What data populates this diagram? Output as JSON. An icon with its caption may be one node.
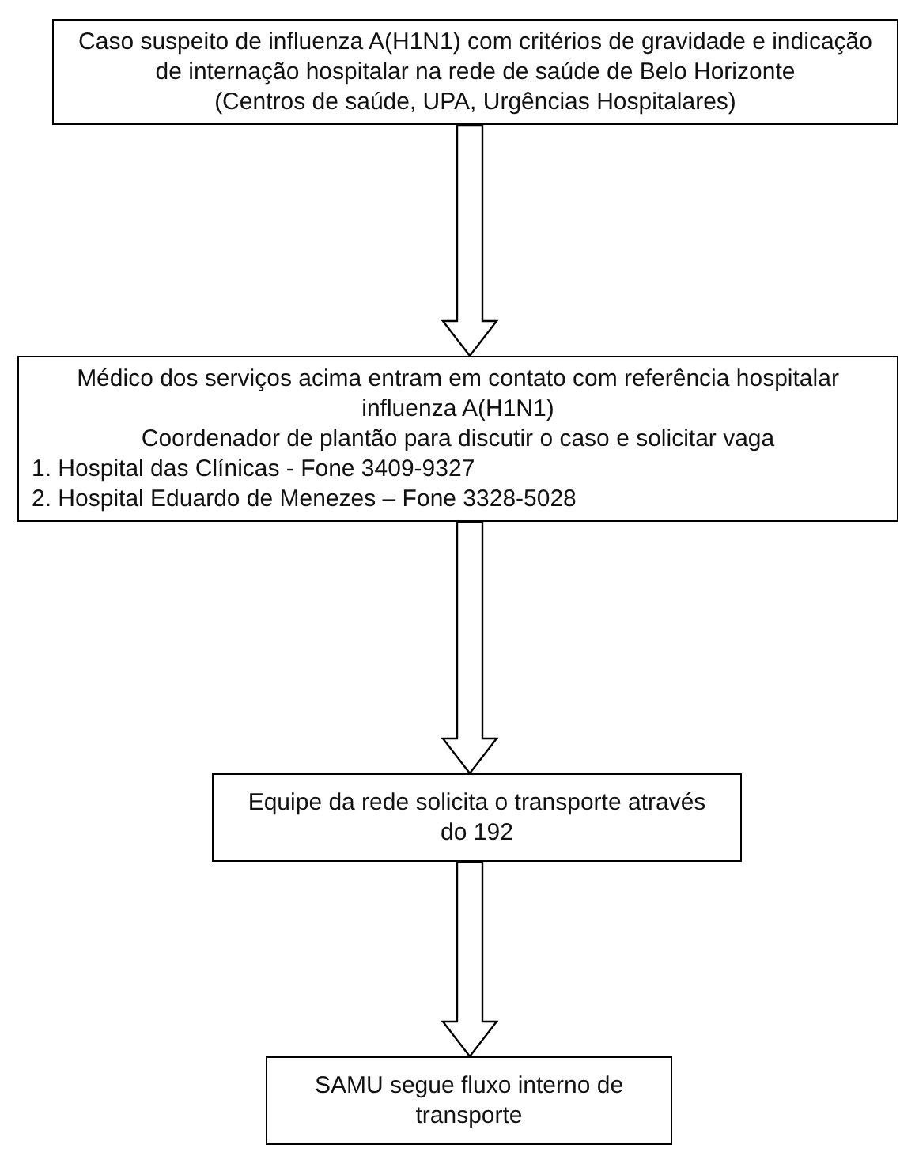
{
  "diagram": {
    "nodes": [
      {
        "text": [
          "Caso suspeito de influenza A(H1N1) com critérios de gravidade e indicação de internação hospitalar na rede de saúde de Belo Horizonte",
          "(Centros de saúde, UPA, Urgências Hospitalares)"
        ]
      },
      {
        "text": [
          "Médico dos serviços acima entram em contato com referência hospitalar influenza A(H1N1)",
          "Coordenador de plantão para discutir o caso e solicitar vaga",
          "1. Hospital das Clínicas - Fone 3409-9327",
          "2. Hospital Eduardo de Menezes – Fone 3328-5028"
        ]
      },
      {
        "text": [
          "Equipe da rede solicita o transporte através do 192"
        ]
      },
      {
        "text": [
          "SAMU segue fluxo interno de transporte"
        ]
      }
    ],
    "edges": [
      {
        "from": 0,
        "to": 1,
        "arrow": "to"
      },
      {
        "from": 1,
        "to": 2,
        "arrow": "to"
      },
      {
        "from": 2,
        "to": 3,
        "arrow": "to"
      }
    ]
  }
}
